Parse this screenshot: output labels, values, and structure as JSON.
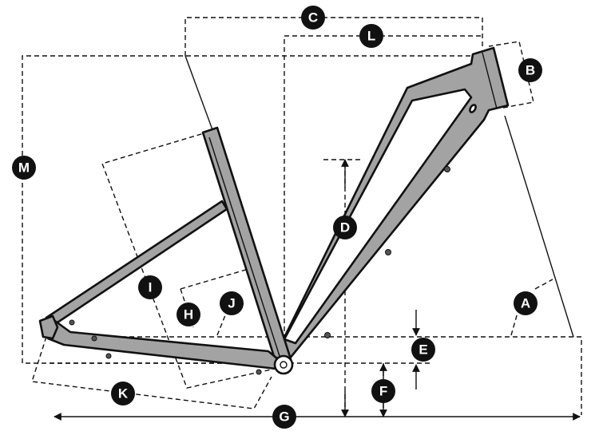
{
  "labels": {
    "A": "A",
    "B": "B",
    "C": "C",
    "D": "D",
    "E": "E",
    "F": "F",
    "G": "G",
    "H": "H",
    "I": "I",
    "J": "J",
    "K": "K",
    "L": "L",
    "M": "M"
  },
  "colors": {
    "frame": "#a3a3a3",
    "line": "#111111",
    "badge": "#111111",
    "badge_text": "#ffffff"
  }
}
